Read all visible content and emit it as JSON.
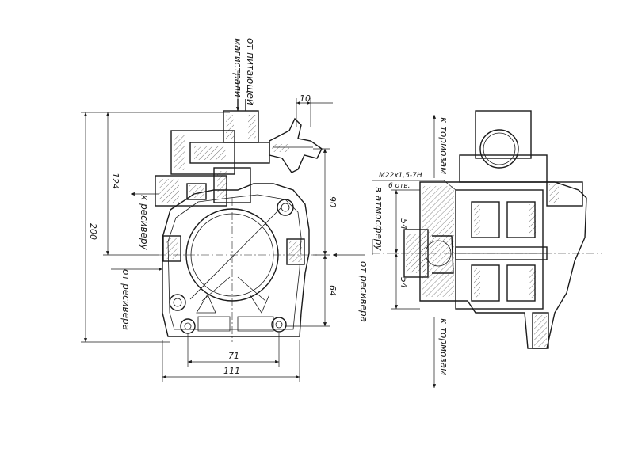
{
  "labels": {
    "from_supply_line_1": "от питающей",
    "from_supply_line_2": "магистрали",
    "to_receiver": "к ресиверу",
    "from_receiver_left": "от ресивера",
    "to_brakes_top": "к тормозам",
    "to_atmosphere": "в атмосферу",
    "from_receiver_right": "от ресивера",
    "to_brakes_bottom": "к тормозам",
    "thread_spec": "M22x1,5-7H",
    "holes_count": "6 отв."
  },
  "dimensions": {
    "d10": "10",
    "d124": "124",
    "d200": "200",
    "d90": "90",
    "d64": "64",
    "d71": "71",
    "d111": "111",
    "d54_top": "54",
    "d54_bottom": "54"
  }
}
